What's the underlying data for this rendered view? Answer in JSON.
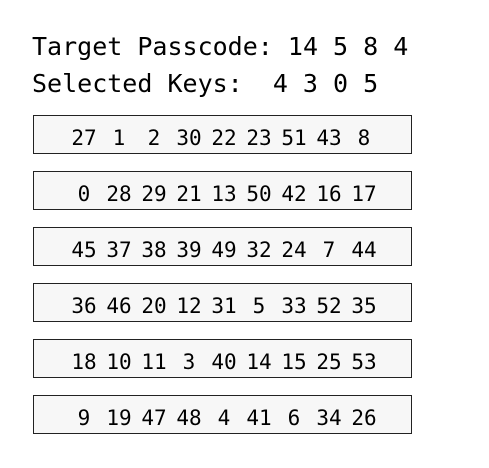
{
  "header": {
    "target_label": "Target Passcode:",
    "target_code": "14 5 8 4",
    "selected_label": "Selected Keys:",
    "selected_code": "4 3 0 5"
  },
  "keypad": {
    "rows": [
      [
        "27",
        "1",
        "2",
        "30",
        "22",
        "23",
        "51",
        "43",
        "8"
      ],
      [
        "0",
        "28",
        "29",
        "21",
        "13",
        "50",
        "42",
        "16",
        "17"
      ],
      [
        "45",
        "37",
        "38",
        "39",
        "49",
        "32",
        "24",
        "7",
        "44"
      ],
      [
        "36",
        "46",
        "20",
        "12",
        "31",
        "5",
        "33",
        "52",
        "35"
      ],
      [
        "18",
        "10",
        "11",
        "3",
        "40",
        "14",
        "15",
        "25",
        "53"
      ],
      [
        "9",
        "19",
        "47",
        "48",
        "4",
        "41",
        "6",
        "34",
        "26"
      ]
    ]
  }
}
